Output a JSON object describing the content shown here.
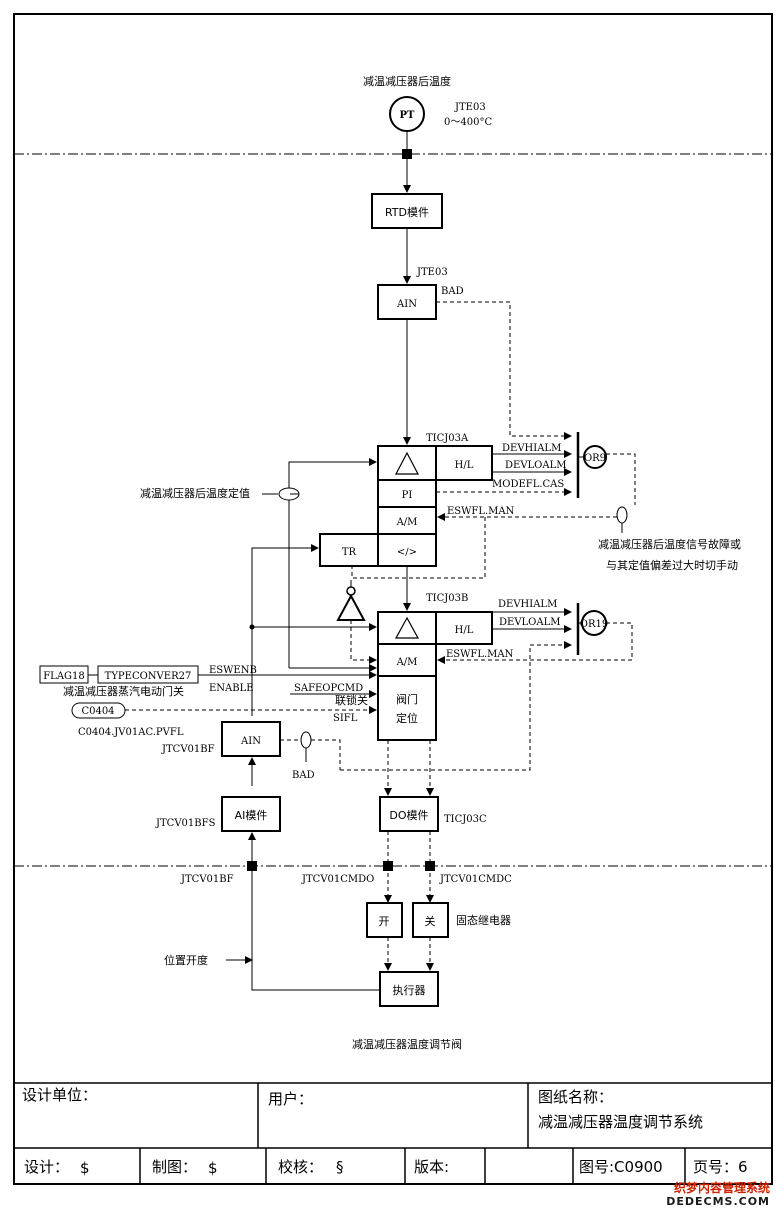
{
  "diagram": {
    "top_label": "减温减压器后温度",
    "pt": {
      "label": "PT",
      "tag": "JTE03",
      "range": "0～400°C"
    },
    "rtd": "RTD模件",
    "ain1": {
      "label": "AIN",
      "tag": "JTE03",
      "bad": "BAD"
    },
    "ticj03a": {
      "tag": "TICJ03A",
      "hl": "H/L",
      "pi": "PI",
      "am": "A/M",
      "dev_hi": "DEVHIALM",
      "dev_lo": "DEVLOALM",
      "modefl": "MODEFL.CAS",
      "eswfl": "ESWFL.MAN"
    },
    "or9": "OR9",
    "setpoint_label": "减温减压器后温度定值",
    "note_line1": "减温减压器后温度信号故障或",
    "note_line2": "与其定值偏差过大时切手动",
    "tr": {
      "label": "TR",
      "tracker": "<∕>"
    },
    "ticj03b": {
      "tag": "TICJ03B",
      "hl": "H/L",
      "am": "A/M",
      "dev_hi": "DEVHIALM",
      "dev_lo": "DEVLOALM",
      "eswfl": "ESWFL.MAN"
    },
    "or19": "OR19",
    "flag18": "FLAG18",
    "typeconver": "TYPECONVER27",
    "eswenb": "ESWENB",
    "enable": "ENABLE",
    "motor_valve_label": "减温减压器蒸汽电动门关",
    "safeop": "SAFEOPCMD",
    "interlock_close": "联锁关",
    "sifl": "SIFL",
    "c0404": "C0404",
    "c0404_tag": "C0404.JV01AC.PVFL",
    "positioner": {
      "line1": "阀门",
      "line2": "定位"
    },
    "ain2": {
      "label": "AIN",
      "tag": "JTCV01BF",
      "bad": "BAD"
    },
    "ai_module": {
      "label": "AI模件",
      "tag": "JTCV01BFS"
    },
    "do_module": {
      "label": "DO模件",
      "tag": "TICJ03C"
    },
    "sig_bf": "JTCV01BF",
    "sig_cmdo": "JTCV01CMDO",
    "sig_cmdc": "JTCV01CMDC",
    "open": "开",
    "close": "关",
    "ssr": "固态继电器",
    "position_label": "位置开度",
    "actuator": "执行器",
    "caption": "减温减压器温度调节阀"
  },
  "title_block": {
    "design_unit_label": "设计单位：",
    "user_label": "用户：",
    "drawing_name_label": "图纸名称：",
    "drawing_name": "减温减压器温度调节系统",
    "design_label": "设计：",
    "design_value": "$",
    "draw_label": "制图：",
    "draw_value": "$",
    "check_label": "校核：",
    "check_value": "§",
    "version_label": "版本:",
    "version_value": "",
    "drawing_no": "图号:C0900",
    "page_no": "页号：6"
  },
  "watermark": {
    "line1": "织梦内容管理系统",
    "line2": "DEDECMS.COM"
  }
}
